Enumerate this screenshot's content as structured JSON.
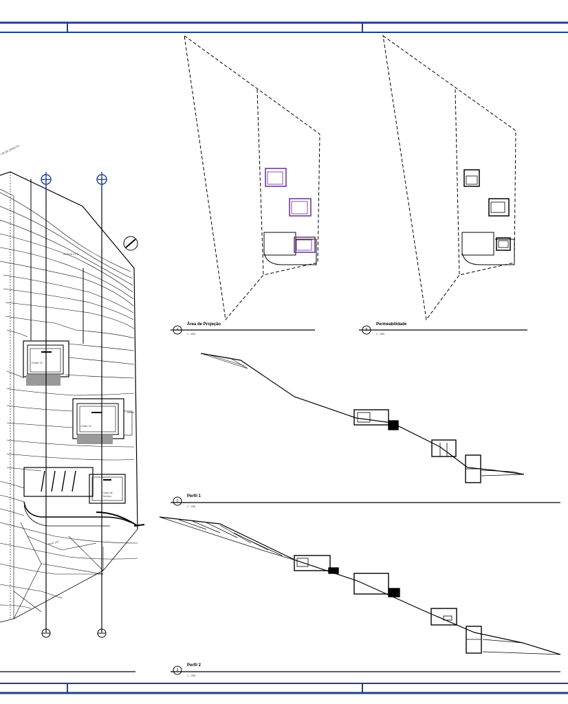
{
  "views": {
    "area_projecao": {
      "number": "4",
      "title": "Área de Projeção",
      "scale": "1 : 500"
    },
    "permeabilidade": {
      "number": "5",
      "title": "Permeabilidade",
      "scale": "1 : 500"
    },
    "perfil_1": {
      "number": "2",
      "title": "Perfil 1",
      "scale": "1 : 250"
    },
    "perfil_2": {
      "number": "3",
      "title": "Perfil 2",
      "scale": "1 : 250"
    }
  },
  "site_labels": {
    "cabana_02": "Chalé 02",
    "cabana_01": "Chalé 01",
    "casa": "Casa de Serviço",
    "label_top": "LM DE DIREITO",
    "label_alpha": "ALPHA 37.5",
    "label_rua": "RUA 147"
  },
  "colors": {
    "frame": "#1f3f86",
    "purple": "#6a2c8e",
    "marker_blue": "#1f3f9e",
    "line": "#000000"
  }
}
